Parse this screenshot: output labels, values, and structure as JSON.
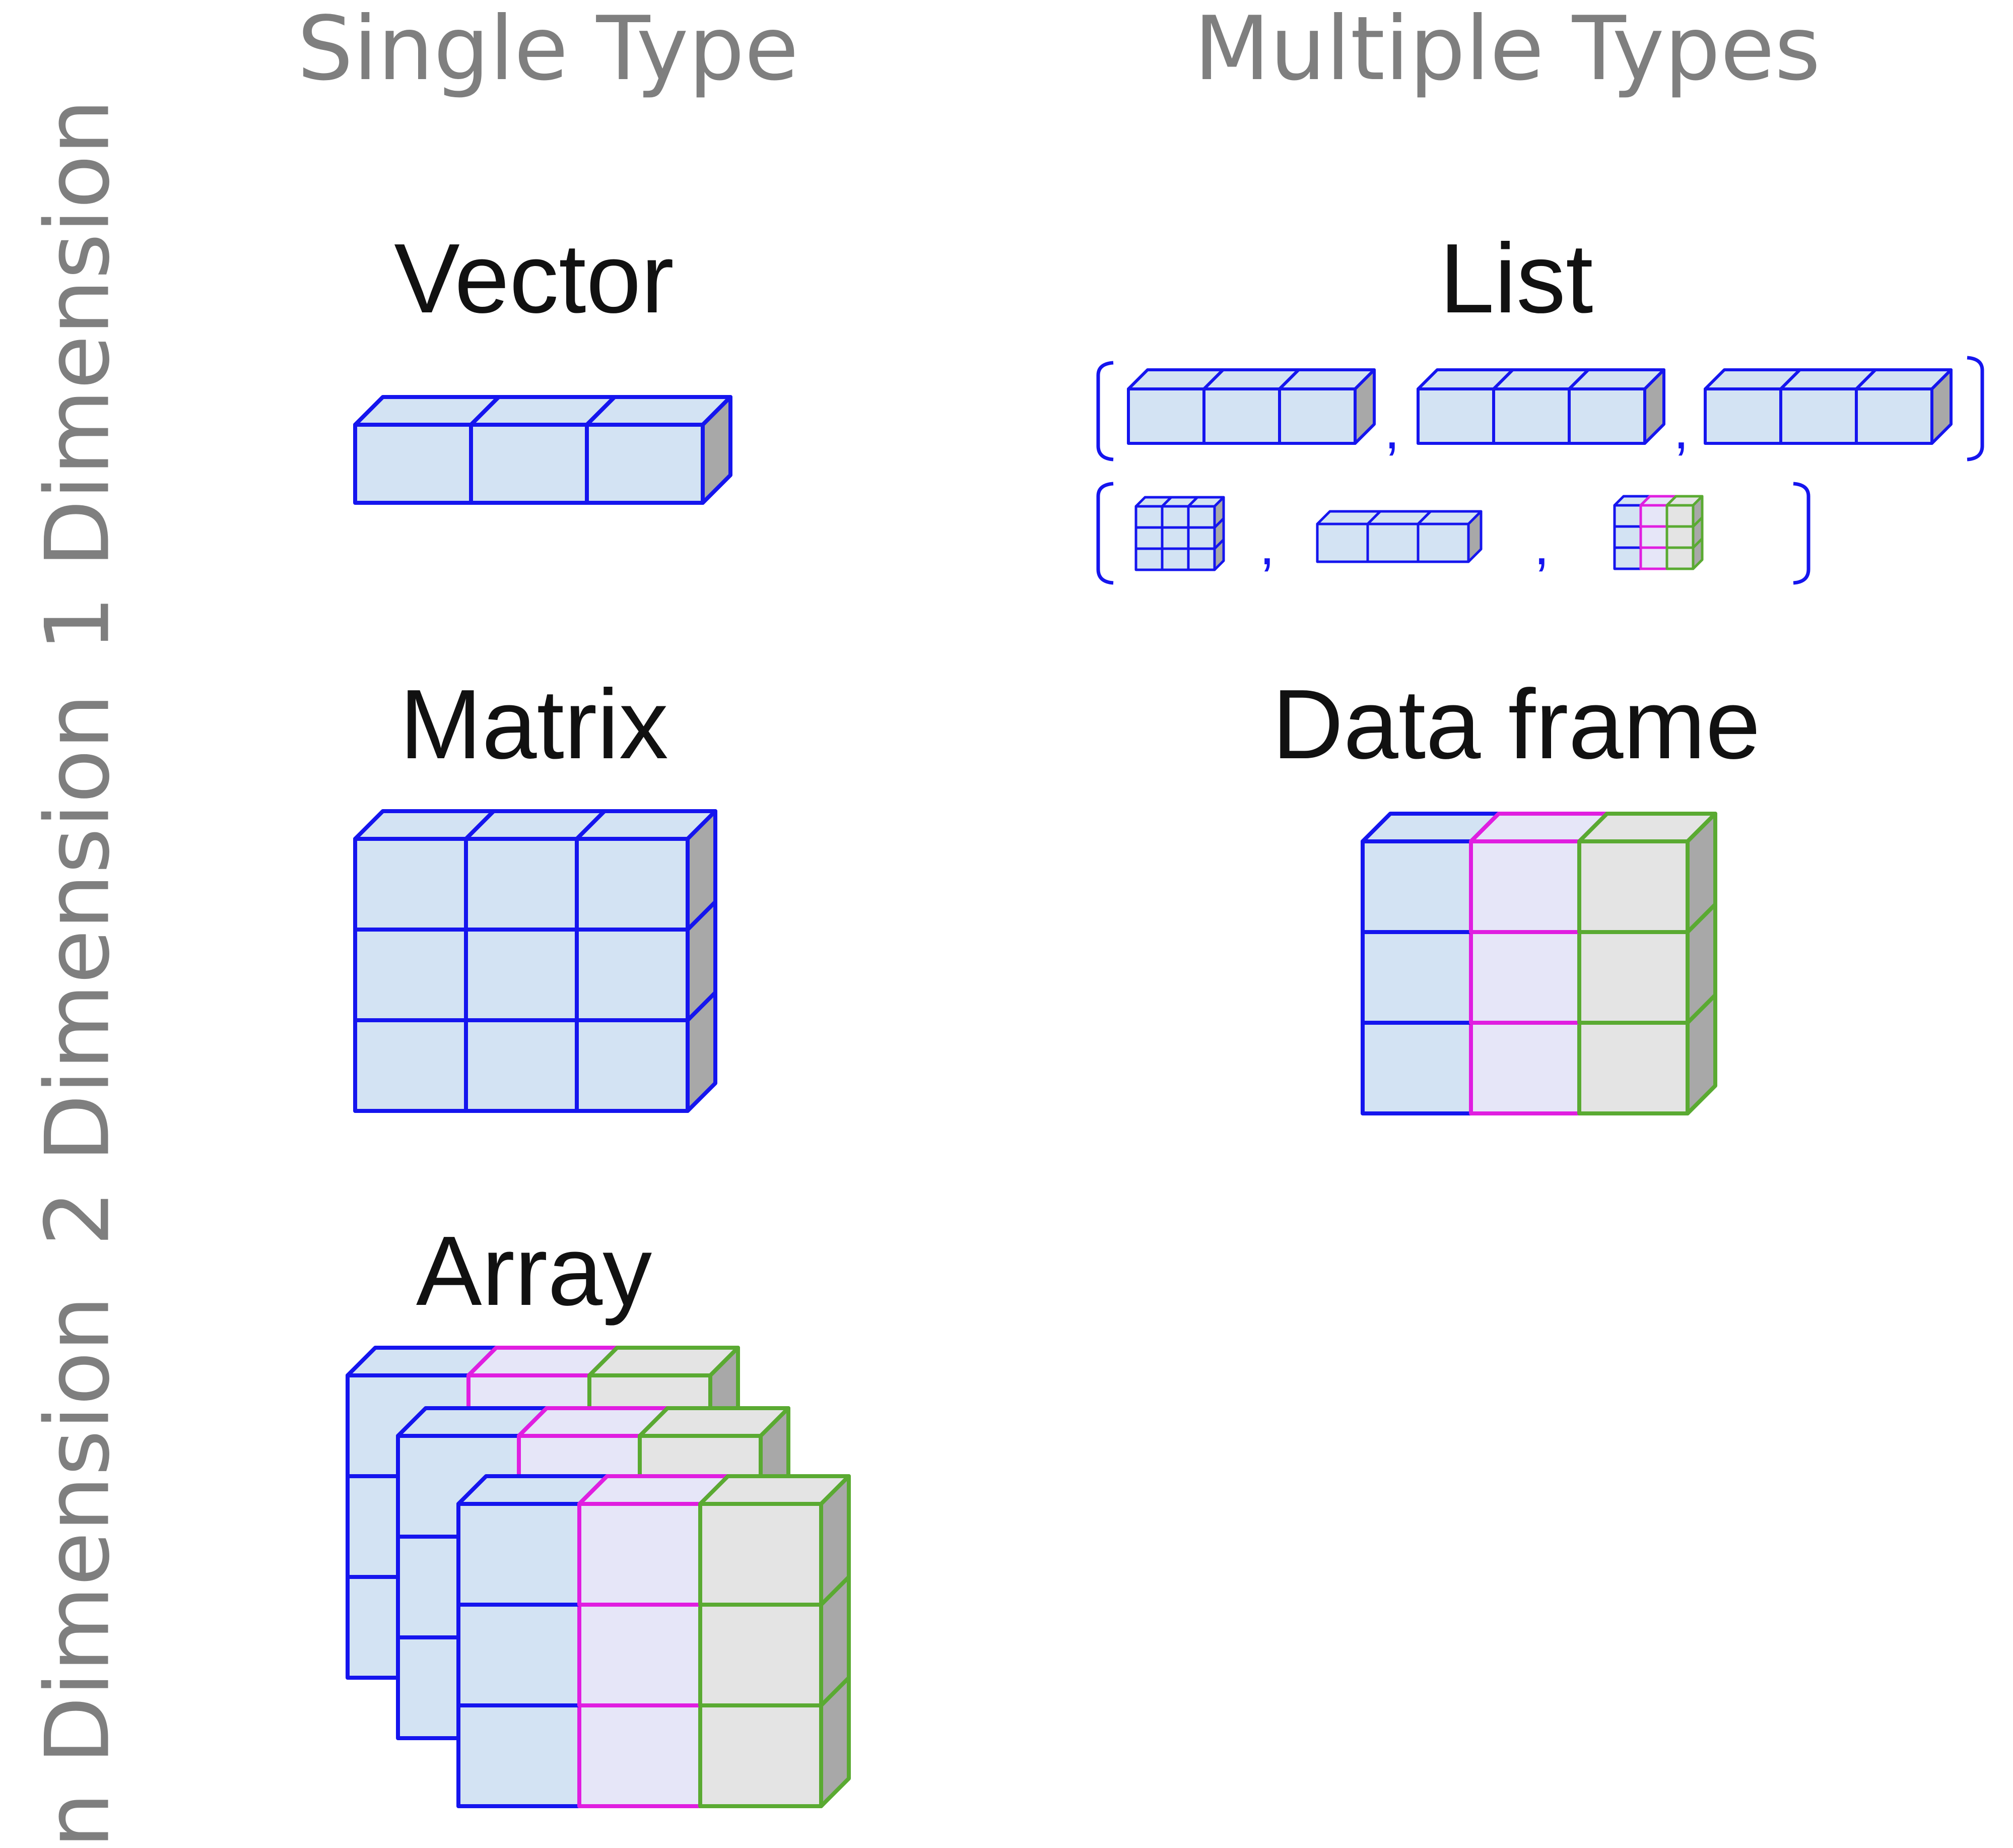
{
  "columns": {
    "single": "Single Type",
    "multiple": "Multiple Types"
  },
  "rows": {
    "one": "1 Dimension",
    "two": "2 Dimension",
    "n": "n Dimension"
  },
  "structures": {
    "vector": "Vector",
    "list": "List",
    "matrix": "Matrix",
    "data_frame": "Data frame",
    "array": "Array"
  },
  "list_separator": ",",
  "colors": {
    "blue_stroke": "#1515ee",
    "blue_fill": "#d3e3f3",
    "magenta_stroke": "#e01ee0",
    "magenta_fill": "#e6e6f8",
    "green_stroke": "#5aaa32",
    "green_fill": "#e4e4e4",
    "side_face": "#a8a8a8",
    "header_text": "#7f7f7f"
  }
}
